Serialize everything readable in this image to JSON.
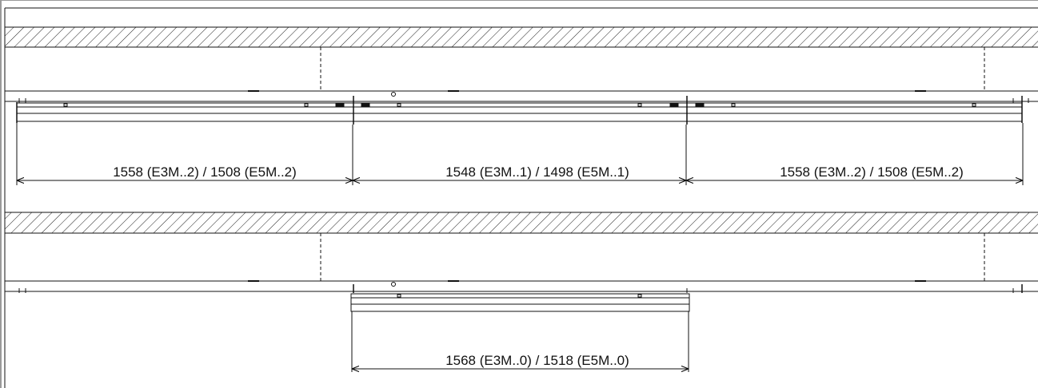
{
  "drawing": {
    "dimensions": {
      "top_left": "1558 (E3M..2) / 1508 (E5M..2)",
      "top_middle": "1548 (E3M..1) / 1498 (E5M..1)",
      "top_right": "1558 (E3M..2) / 1508 (E5M..2)",
      "bottom_middle": "1568 (E3M..0) / 1518 (E5M..0)"
    },
    "colors": {
      "line": "#111111",
      "frame_shadow": "#9a9a9a"
    }
  }
}
